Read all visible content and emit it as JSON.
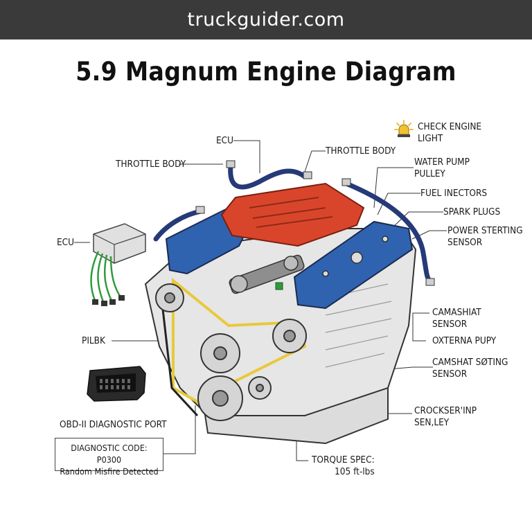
{
  "header": {
    "site": "truckguider.com"
  },
  "title": "5.9 Magnum Engine Diagram",
  "labels": {
    "check_engine_1": "CHECK ENGINE",
    "check_engine_2": "LIGHT",
    "ecu_top": "ECU",
    "throttle_left": "THROTTLE BODY",
    "throttle_right": "THROTTLE BODY",
    "water_pump_1": "WATER PUMP",
    "water_pump_2": "PULLEY",
    "fuel_injectors": "FUEL INECTORS",
    "spark_plugs": "SPARK PLUGS",
    "power_steer_1": "POWER STERTING",
    "power_steer_2": "SENSOR",
    "ecu_left": "ECU",
    "camshaft_1": "CAMASHIAT",
    "camshaft_2": "SENSOR",
    "external_pupy": "OXTERNA PUPY",
    "pilbk": "PILBK",
    "camshaft_set_1": "CAMSHAT SØTING",
    "camshaft_set_2": "SENSOR",
    "obd_port": "OBD-II DIAGNOSTIC PORT",
    "crank_1": "CROCKSER'INP",
    "crank_2": "SEN,LEY",
    "torque_1": "TORQUE SPEC:",
    "torque_2": "105 ft-lbs"
  },
  "diagnostic": {
    "code": "DIAGNOSTIC CODE: P0300",
    "desc": "Random Misfire Detected"
  },
  "colors": {
    "header_bg": "#3a3a3a",
    "intake_red": "#d9452b",
    "valve_cover_blue": "#2f63b0",
    "hose_navy": "#263a78",
    "belt_yellow": "#e8c93a",
    "wire_green": "#2f9b3a",
    "check_light": "#f2c12e"
  },
  "icons": [
    "check-engine-light-icon",
    "ecu-module-icon",
    "obd-port-icon"
  ]
}
